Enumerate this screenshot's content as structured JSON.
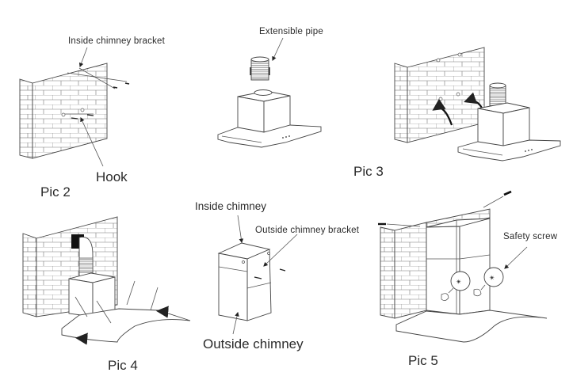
{
  "title": "Range hood chimney installation steps",
  "panels": [
    {
      "id": "pic2",
      "caption": "Pic 2",
      "labels": [
        "Inside chimney bracket",
        "Hook"
      ]
    },
    {
      "id": "pic-extensible",
      "caption": "",
      "labels": [
        "Extensible pipe"
      ]
    },
    {
      "id": "pic3",
      "caption": "Pic 3",
      "labels": []
    },
    {
      "id": "pic4",
      "caption": "Pic 4",
      "labels": []
    },
    {
      "id": "pic-chimney",
      "caption": "",
      "labels": [
        "Inside chimney",
        "Outside chimney bracket",
        "Outside chimney"
      ]
    },
    {
      "id": "pic5",
      "caption": "Pic 5",
      "labels": [
        "Safety screw"
      ]
    }
  ],
  "icons": {
    "wall": "brick-wall-icon",
    "hood": "range-hood-icon",
    "pipe": "extensible-pipe-icon",
    "screw": "screw-icon",
    "arrow": "pointer-arrow-icon"
  }
}
